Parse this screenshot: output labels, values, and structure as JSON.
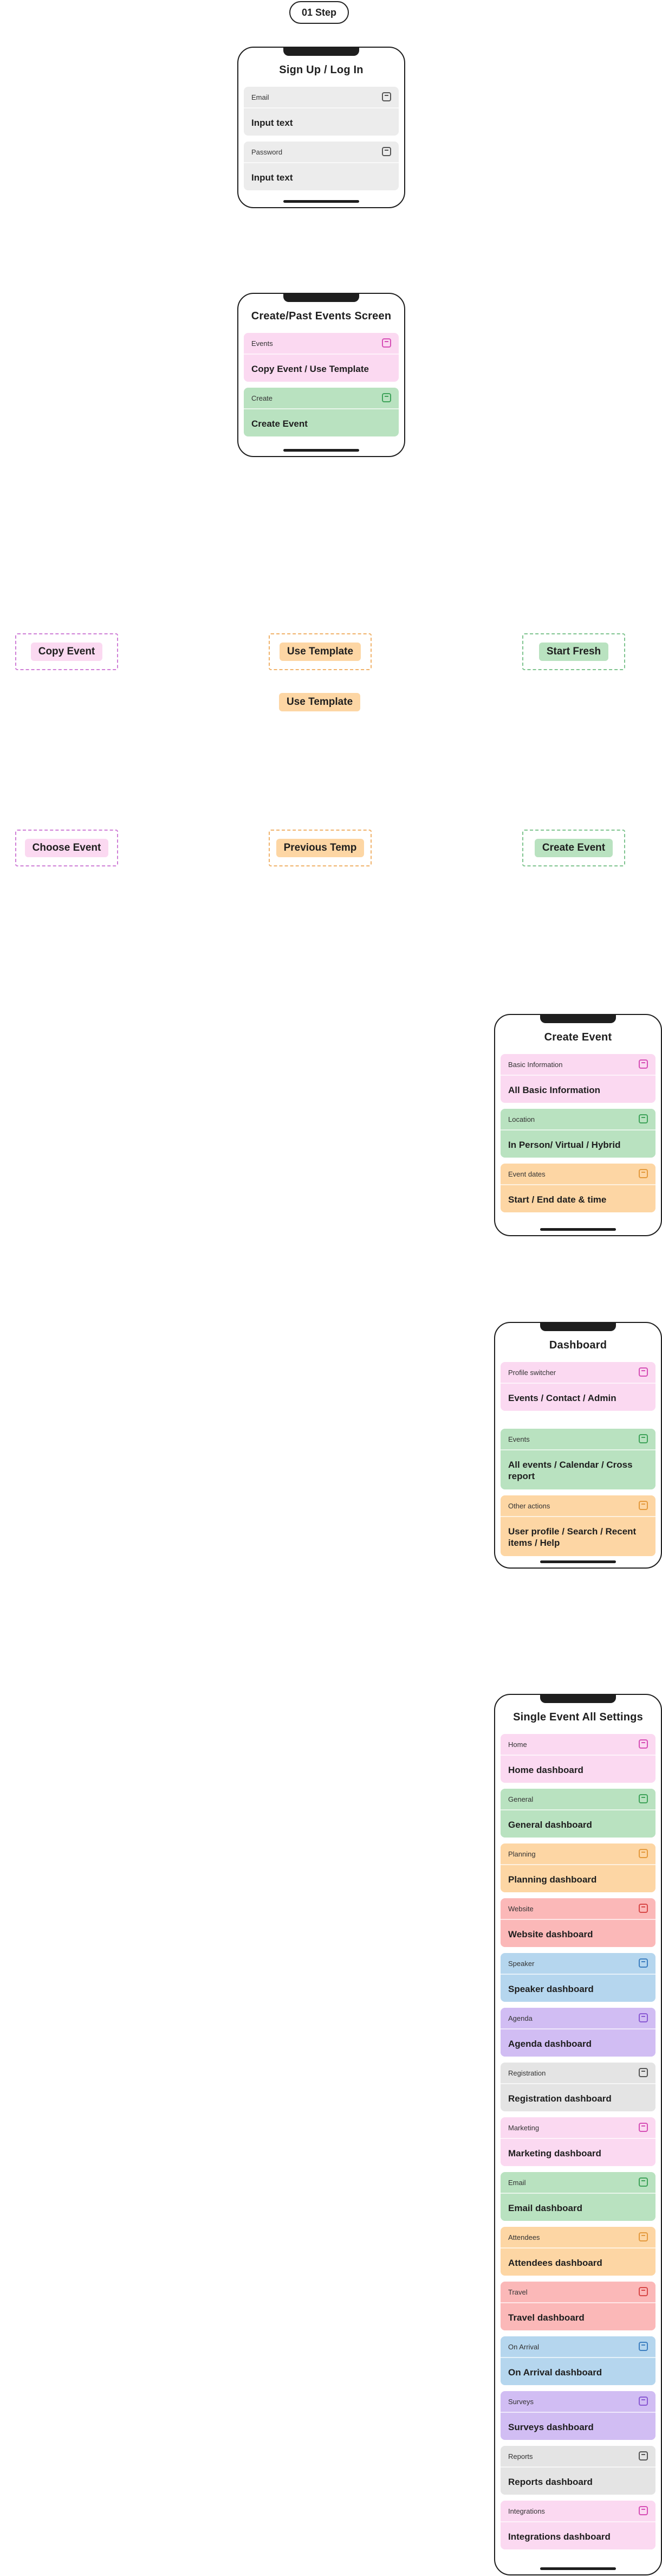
{
  "step_label": "01 Step",
  "screens": {
    "signup": {
      "title": "Sign Up / Log In",
      "fields": [
        {
          "label": "Email",
          "value": "Input text",
          "color": "grey"
        },
        {
          "label": "Password",
          "value": "Input text",
          "color": "grey"
        }
      ]
    },
    "create_past": {
      "title": "Create/Past Events Screen",
      "fields": [
        {
          "label": "Events",
          "value": "Copy Event / Use Template",
          "color": "pink"
        },
        {
          "label": "Create",
          "value": "Create Event",
          "color": "green"
        }
      ]
    },
    "create_event": {
      "title": "Create Event",
      "fields": [
        {
          "label": "Basic Information",
          "value": "All Basic Information",
          "color": "pink"
        },
        {
          "label": "Location",
          "value": "In Person/ Virtual / Hybrid",
          "color": "green"
        },
        {
          "label": "Event dates",
          "value": "Start / End date & time",
          "color": "orange"
        }
      ]
    },
    "dashboard": {
      "title": "Dashboard",
      "fields": [
        {
          "label": "Profile switcher",
          "value": "Events / Contact / Admin",
          "color": "pink"
        },
        {
          "label": "Events",
          "value": "All events / Calendar / Cross report",
          "color": "green"
        },
        {
          "label": "Other actions",
          "value": "User profile / Search / Recent items / Help",
          "color": "orange"
        }
      ]
    },
    "single_event": {
      "title": "Single Event All Settings",
      "fields": [
        {
          "label": "Home",
          "value": "Home dashboard",
          "color": "pink"
        },
        {
          "label": "General",
          "value": "General dashboard",
          "color": "green"
        },
        {
          "label": "Planning",
          "value": "Planning dashboard",
          "color": "orange"
        },
        {
          "label": "Website",
          "value": "Website dashboard",
          "color": "red"
        },
        {
          "label": "Speaker",
          "value": "Speaker dashboard",
          "color": "blue"
        },
        {
          "label": "Agenda",
          "value": "Agenda dashboard",
          "color": "purple"
        },
        {
          "label": "Registration",
          "value": "Registration dashboard",
          "color": "lgrey"
        },
        {
          "label": "Marketing",
          "value": "Marketing dashboard",
          "color": "pink"
        },
        {
          "label": "Email",
          "value": "Email dashboard",
          "color": "green"
        },
        {
          "label": "Attendees",
          "value": "Attendees dashboard",
          "color": "orange"
        },
        {
          "label": "Travel",
          "value": "Travel dashboard",
          "color": "red"
        },
        {
          "label": "On Arrival",
          "value": "On Arrival dashboard",
          "color": "blue"
        },
        {
          "label": "Surveys",
          "value": "Surveys dashboard",
          "color": "purple"
        },
        {
          "label": "Reports",
          "value": "Reports dashboard",
          "color": "lgrey"
        },
        {
          "label": "Integrations",
          "value": "Integrations dashboard",
          "color": "pink"
        }
      ]
    }
  },
  "options_row1": {
    "copy_event": "Copy Event",
    "use_template": "Use Template",
    "use_template_extra": "Use Template",
    "start_fresh": "Start Fresh"
  },
  "options_row2": {
    "choose_event": "Choose Event",
    "previous_temp": "Previous Temp",
    "create_event": "Create Event"
  },
  "icons": {
    "field_icon": "square-icon"
  }
}
